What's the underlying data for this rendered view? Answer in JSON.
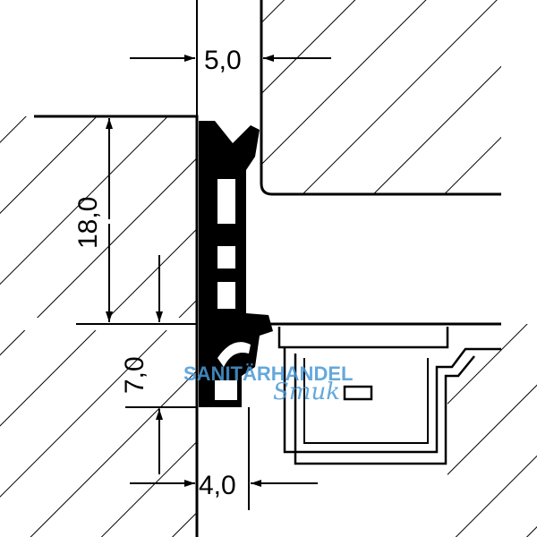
{
  "dimensions": {
    "gap_top": "5,0",
    "height_total": "18,0",
    "height_lower": "7,0",
    "gap_bottom": "4,0"
  },
  "watermark": {
    "line1": "SANITÄRHANDEL",
    "line2": "Smuk"
  },
  "colors": {
    "line": "#000000",
    "watermark": "#4a9ad6"
  }
}
